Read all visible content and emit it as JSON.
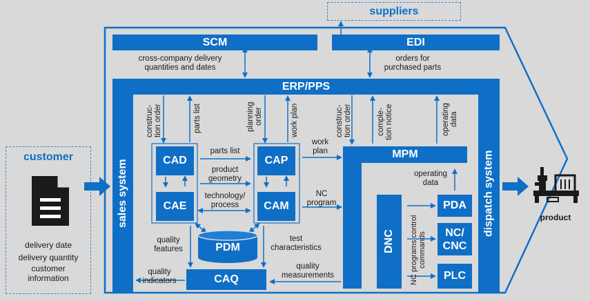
{
  "suppliers": "suppliers",
  "customer": {
    "title": "customer",
    "items": [
      "delivery date",
      "delivery quantity",
      "customer",
      "information"
    ]
  },
  "boxes": {
    "scm": "SCM",
    "edi": "EDI",
    "erp": "ERP/PPS",
    "cad": "CAD",
    "cae": "CAE",
    "cap": "CAP",
    "cam": "CAM",
    "mpm": "MPM",
    "pdm": "PDM",
    "caq": "CAQ",
    "dnc": "DNC",
    "pda": "PDA",
    "nc_cnc_1": "NC/",
    "nc_cnc_2": "CNC",
    "plc": "PLC",
    "sales": "sales system",
    "dispatch": "dispatch system"
  },
  "labels": {
    "scm_note_1": "cross-company delivery",
    "scm_note_2": "quantities and dates",
    "edi_note_1": "orders for",
    "edi_note_2": "purchased parts",
    "construction_order_a": "construc-",
    "construction_order_b": "tion order",
    "parts_list_v": "parts list",
    "planning_order_a": "planning",
    "planning_order_b": "order",
    "work_plan_v": "work plan",
    "construction_order2_a": "construc-",
    "construction_order2_b": "tion order",
    "completion_notice_a": "comple-",
    "completion_notice_b": "tion notice",
    "operating_data_v_a": "operating",
    "operating_data_v_b": "data",
    "parts_list_h": "parts list",
    "product_geometry_1": "product",
    "product_geometry_2": "geometry",
    "tech_process_1": "technology/",
    "tech_process_2": "process",
    "work_plan_h_1": "work",
    "work_plan_h_2": "plan",
    "nc_program_1": "NC",
    "nc_program_2": "program",
    "operating_data_h_1": "operating",
    "operating_data_h_2": "data",
    "quality_features_1": "quality",
    "quality_features_2": "features",
    "test_char_1": "test",
    "test_char_2": "characteristics",
    "quality_indicators_1": "quality",
    "quality_indicators_2": "indicators",
    "quality_meas_1": "quality",
    "quality_meas_2": "measurements",
    "nc_programs_1": "NC programs",
    "nc_programs_2": "control commands",
    "product": "product"
  },
  "icons": [
    "document-icon",
    "factory-machine-icon"
  ],
  "colors": {
    "accent": "#0f6fc6",
    "background": "#d9d9d9",
    "text": "#1a1a1a"
  }
}
